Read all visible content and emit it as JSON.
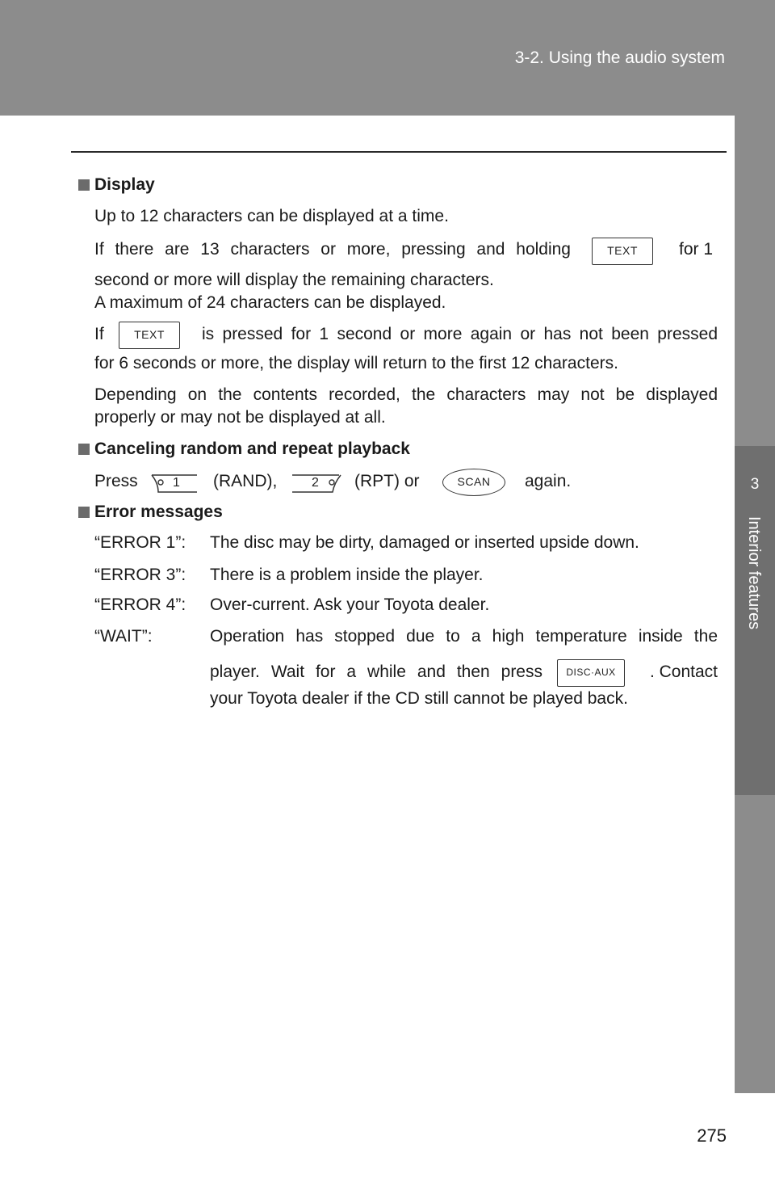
{
  "header": {
    "section": "3-2. Using the audio system"
  },
  "side_tab": {
    "chapter_number": "3",
    "chapter_title": "Interior features"
  },
  "display": {
    "heading": "Display",
    "line1": "Up to 12 characters can be displayed at a time.",
    "line2a": "If there are 13 characters or more, pressing and holding",
    "line2b": "for 1",
    "line3": "second or more will display the remaining characters.",
    "line4": "A maximum of 24 characters can be displayed.",
    "line5a": "If",
    "line5b": "is pressed for 1 second or more again or has not been pressed",
    "line6": "for 6 seconds or more, the display will return to the first 12 characters.",
    "line7": "Depending on the contents recorded, the characters may not be displayed",
    "line8": "properly or may not be displayed at all."
  },
  "canceling": {
    "heading": "Canceling random and repeat playback",
    "press": "Press",
    "rand": "(RAND),",
    "rpt": "(RPT) or",
    "again": "again."
  },
  "errors": {
    "heading": "Error messages",
    "items": [
      {
        "code": "“ERROR 1”:",
        "text": "The disc may be dirty, damaged or inserted upside down."
      },
      {
        "code": "“ERROR 3”:",
        "text": "There is a problem inside the player."
      },
      {
        "code": "“ERROR 4”:",
        "text": "Over-current. Ask your Toyota dealer."
      },
      {
        "code": "“WAIT”:",
        "text": "Operation has stopped due to a high temperature inside the"
      }
    ],
    "wait_line2a": "player. Wait for a while and then press",
    "wait_line2b": ". Contact",
    "wait_line3": "your Toyota dealer if the CD still cannot be played back."
  },
  "keys": {
    "text": "TEXT",
    "one": "1",
    "two": "2",
    "scan": "SCAN",
    "disc_aux": "DISC·AUX"
  },
  "page_number": "275"
}
